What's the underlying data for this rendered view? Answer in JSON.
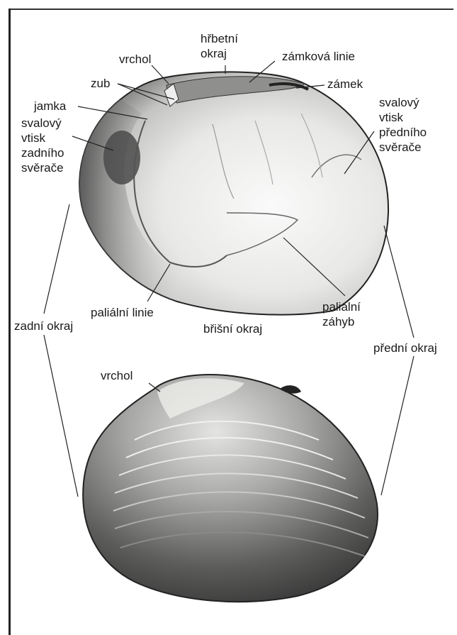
{
  "labels": {
    "hrbetni": [
      "hřbetní",
      "okraj"
    ],
    "vrchol_top": "vrchol",
    "zamkova_linie": "zámková linie",
    "zub": "zub",
    "zamek": "zámek",
    "jamka": "jamka",
    "svalovy_predni": [
      "svalový",
      "vtisk",
      "předního",
      "svěrače"
    ],
    "svalovy_zadni": [
      "svalový",
      "vtisk",
      "zadního",
      "svěrače"
    ],
    "palialni_linie": "paliální linie",
    "palialni_zahyb": [
      "paliální",
      "záhyb"
    ],
    "zadni_okraj": "zadní okraj",
    "brisni_okraj": "břišní okraj",
    "predni_okraj": "přední okraj",
    "vrchol_bottom": "vrchol"
  }
}
